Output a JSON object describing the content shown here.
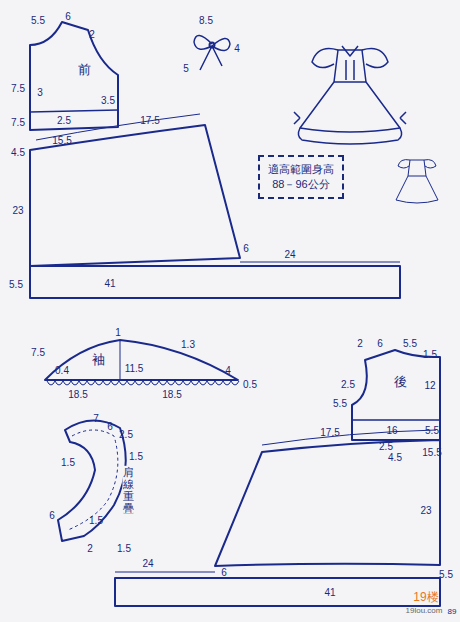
{
  "diagram": {
    "nodes": [
      {
        "text": [
          "適高範圍身高",
          "88－96公分"
        ]
      }
    ],
    "labels": [
      "5.5",
      "6",
      "2",
      "7.5",
      "前",
      "3.5",
      "3",
      "7.5",
      "2.5",
      "15.5",
      "17.5",
      "4.5",
      "23",
      "6",
      "24",
      "41",
      "5.5",
      "8.5",
      "4",
      "5",
      "1",
      "1.3",
      "7.5",
      "0.4",
      "袖",
      "11.5",
      "4",
      "18.5",
      "18.5",
      "0.5",
      "7",
      "6",
      "2.5",
      "1.5",
      "1.5",
      "6",
      "1.5",
      "2",
      "肩線重疊",
      "1.5",
      "2",
      "6",
      "5.5",
      "1.5",
      "2.5",
      "5.5",
      "後",
      "12",
      "16",
      "5.5",
      "2.5",
      "15.5",
      "4.5",
      "17.5",
      "23",
      "24",
      "6",
      "41",
      "5.5",
      "19楼",
      "19lou.com",
      "89"
    ]
  }
}
